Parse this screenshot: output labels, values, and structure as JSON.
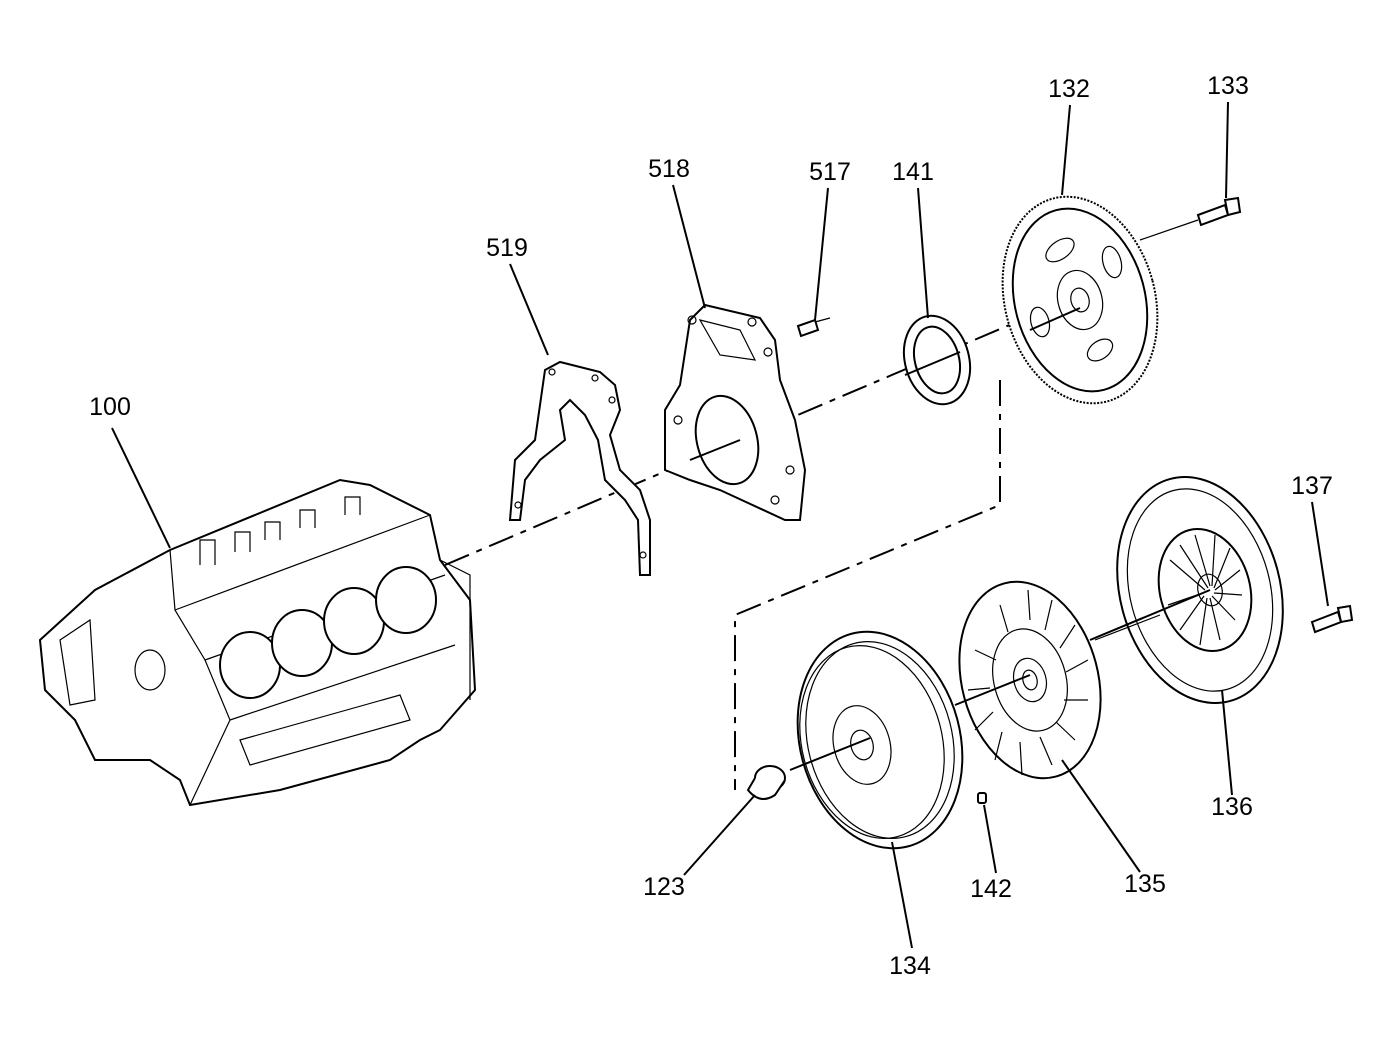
{
  "labels": {
    "p100": "100",
    "p519": "519",
    "p518": "518",
    "p517": "517",
    "p141": "141",
    "p132": "132",
    "p133": "133",
    "p137": "137",
    "p136": "136",
    "p135": "135",
    "p142": "142",
    "p134": "134",
    "p123": "123"
  }
}
